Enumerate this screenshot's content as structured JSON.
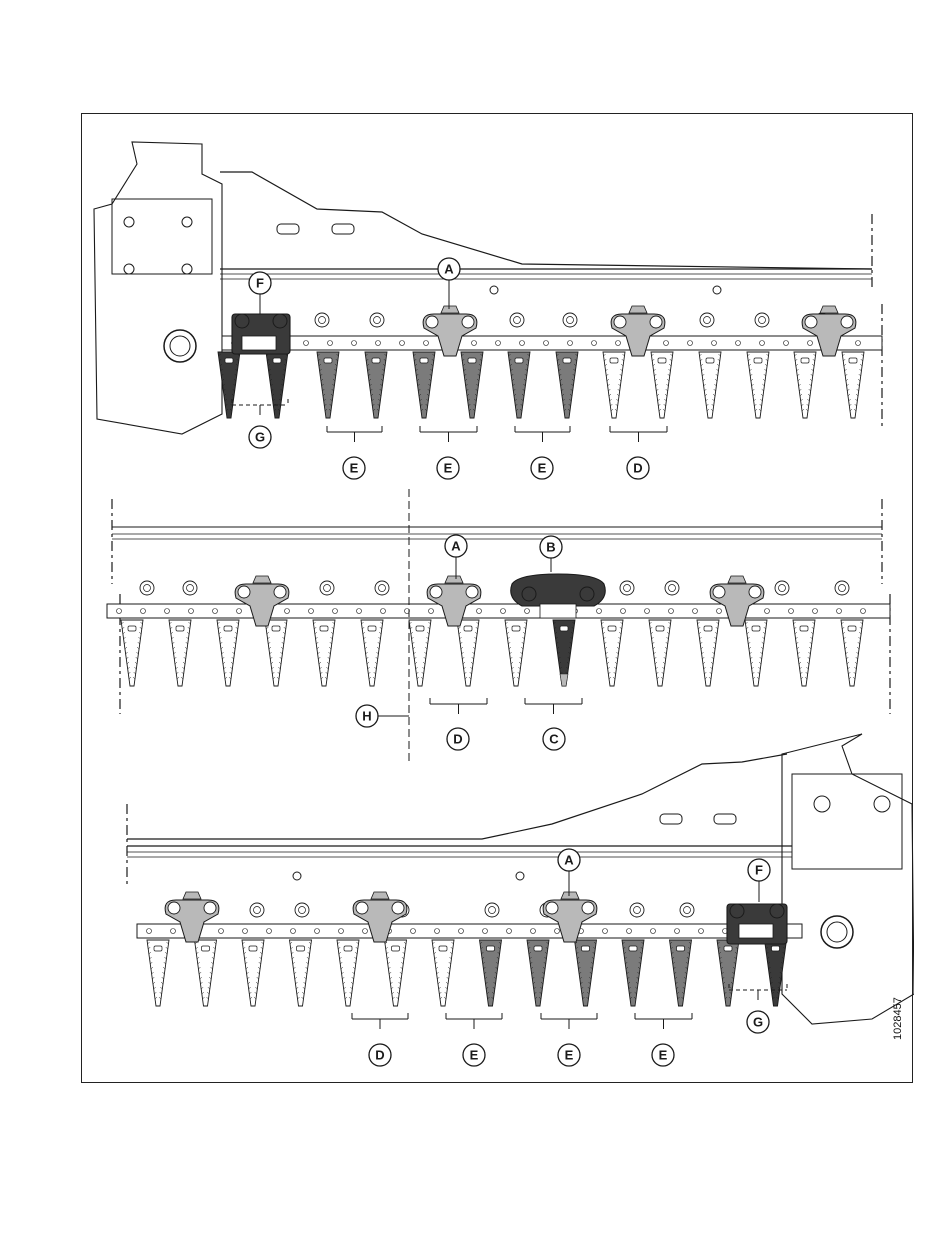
{
  "figure_number": "1028457",
  "colors": {
    "line": "#1a1a1a",
    "dark_part": "#3a3a3a",
    "medium_part": "#7b7b7b",
    "light_part": "#b9b9b9",
    "section_fill": "#f7f7f7"
  },
  "callouts": [
    {
      "id": "F1",
      "letter": "F",
      "view": 1
    },
    {
      "id": "A1",
      "letter": "A",
      "view": 1
    },
    {
      "id": "G1",
      "letter": "G",
      "view": 1
    },
    {
      "id": "E1",
      "letter": "E",
      "view": 1
    },
    {
      "id": "E2",
      "letter": "E",
      "view": 1
    },
    {
      "id": "E3",
      "letter": "E",
      "view": 1
    },
    {
      "id": "D1",
      "letter": "D",
      "view": 1
    },
    {
      "id": "A2",
      "letter": "A",
      "view": 2
    },
    {
      "id": "B1",
      "letter": "B",
      "view": 2
    },
    {
      "id": "H1",
      "letter": "H",
      "view": 2
    },
    {
      "id": "D2",
      "letter": "D",
      "view": 2
    },
    {
      "id": "C1",
      "letter": "C",
      "view": 2
    },
    {
      "id": "A3",
      "letter": "A",
      "view": 3
    },
    {
      "id": "F2",
      "letter": "F",
      "view": 3
    },
    {
      "id": "D3",
      "letter": "D",
      "view": 3
    },
    {
      "id": "E4",
      "letter": "E",
      "view": 3
    },
    {
      "id": "E5",
      "letter": "E",
      "view": 3
    },
    {
      "id": "E6",
      "letter": "E",
      "view": 3
    },
    {
      "id": "G2",
      "letter": "G",
      "view": 3
    }
  ]
}
